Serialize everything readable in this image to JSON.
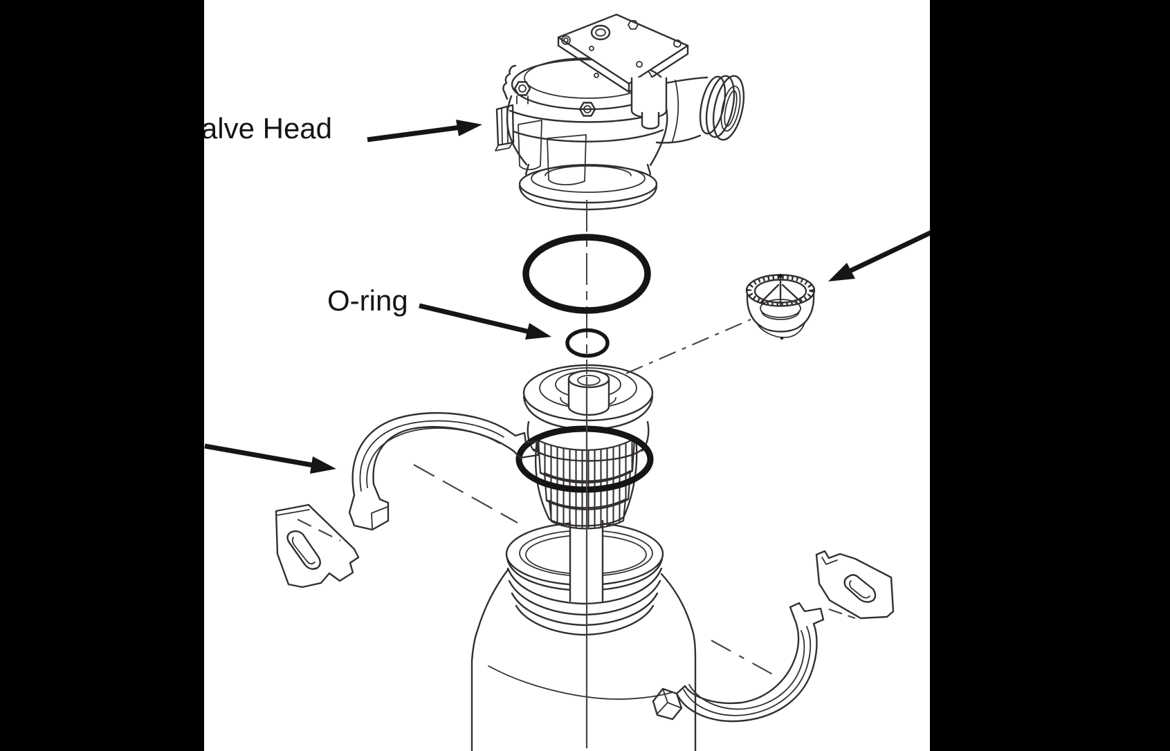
{
  "figure": {
    "type": "exploded-parts-diagram",
    "background_color": "#ffffff",
    "letterbox_color": "#000000",
    "line_color": "#332f30",
    "ink_color": "#161414",
    "labels": {
      "valve_head": "Valve Head",
      "o_ring": "O-ring"
    }
  }
}
